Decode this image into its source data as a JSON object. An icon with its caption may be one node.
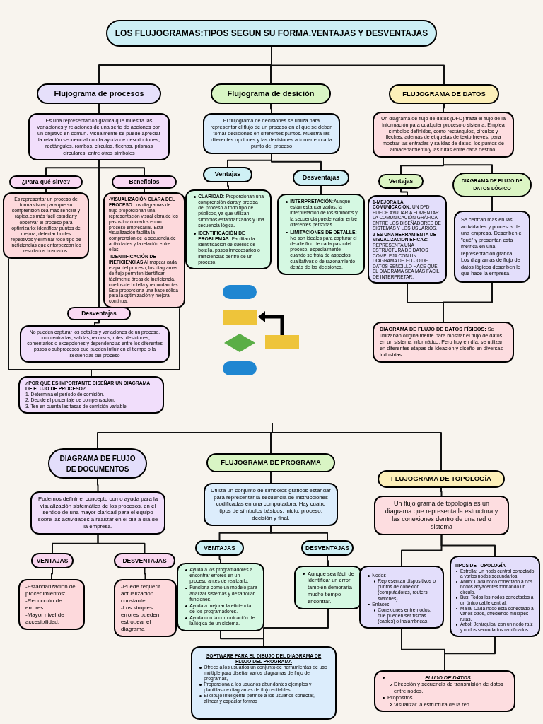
{
  "diagram": {
    "nodes": [
      {
        "text": [
          "LOS FLUJOGRAMAS:TIPOS SEGUN SU FORMA.VENTAJAS Y DESVENTAJAS"
        ]
      },
      {
        "text": [
          "Flujograma de procesos"
        ]
      },
      {
        "text": [
          "Es una representación gráfica que muestra las variaciones y relaciones de una serie de acciones con un objetivo en común. Visualmente se puede apreciar la relación secuencial con la ayuda de descripciones, rectángulos, rombos, círculos, flechas, prismas circulares, entre otros símbolos"
        ]
      },
      {
        "text": [
          "¿Para qué sirve?"
        ]
      },
      {
        "text": [
          "Es representar un proceso de forma visual para que su comprensión sea más sencilla y rápida,es más fácil estudiar y observar el proceso para optimizarlo: identificar puntos de mejora, detectar bucles repetitivos y eliminar todo tipo de ineficiencias que entorpezcan los resultados buscados."
        ]
      },
      {
        "text": [
          "Beneficios"
        ]
      },
      {
        "text": [
          "**-VISUALIZACIÓN CLARA DEL PROCESO** Los diagramas de flujo proporcionan una representación visual clara de los pasos involucrados en un proceso empresarial. Esta visualización facilita la comprensión de la secuencia de actividades y la relación entre ellas.",
          "**-IDENTIFICACIÓN DE INEFICIENCIAS** Al mapear cada etapa del proceso, los diagramas de flujo permiten identificar fácilmente áreas de ineficiencia, cuellos de botella y redundancias. Esto proporciona una base sólida para la optimización y mejora continua."
        ]
      },
      {
        "text": [
          "Desventajas"
        ]
      },
      {
        "text": [
          "No pueden capturar los detalles y variaciones de un proceso, como entradas, salidas, recursos, roles, desiciones, comentarios o excepciones y dependencias entre los diferentes pasos o subprocesos que pueden influir en el tiempo o la secuencias del proceso"
        ]
      },
      {
        "text": [
          "¿POR QUÉ ES IMPORTANTE DISEÑAR UN DIAGRAMA DE FLUJO DE PROCESO?",
          "1. Determina el período de comisión.",
          "2. Decide el porcentaje de compensación.",
          "3. Ten en cuenta las tasas de comisión variable"
        ]
      },
      {
        "text": [
          "Flujograma de desición"
        ]
      },
      {
        "text": [
          "El flujograma de decisiones se utiliza para representar el flujo de un proceso en el que se deben tomar decisiones en diferentes puntos. Muestra las diferentes opciones y las decisiones a tomar en cada punto del proceso"
        ]
      },
      {
        "text": [
          "Ventajas"
        ]
      },
      {
        "text": [
          "**CLARIDAD**: Proporcionan una comprensión clara y precisa del proceso a todo tipo de públicos, ya que utilizan símbolos estandarizados y una secuencia lógica.",
          "**IDENTIFICACIÓN DE PROBLEMAS:** Facilitan la identificación de cuellos de botella, pasos innecesarios o ineficiencias dentro de un proceso."
        ]
      },
      {
        "text": [
          "Desventajas"
        ]
      },
      {
        "text": [
          "**INTERPRETACIÓN**:Aunque están estandarizados, la interpretación de los símbolos y la secuencia puede variar entre diferentes personas.",
          "**LIMITACIONES DE DETALLE:** No son ideales para capturar el detalle fino de cada paso del proceso, especialmente cuando se trata de aspectos cualitativos o de razonamiento detrás de las decisiones."
        ]
      },
      {
        "text": [
          "FLUJOGRAMA DE DATOS"
        ]
      },
      {
        "text": [
          "Un diagrama de flujo de datos (DFD) traza el flujo de la información para cualquier proceso o sistema. Emplea símbolos definidos, como rectángulos, círculos y flechas, además de etiquetas de texto breves, para mostrar las entradas y salidas de datos, los puntos de almacenamiento y las rutas entre cada destino."
        ]
      },
      {
        "text": [
          "Ventajas"
        ]
      },
      {
        "text": [
          "**1-MEJORA LA COMUNICACIÓN:** UN DFD PUEDE AYUDAR A FOMENTAR LA COMUNICACIÓN GRÁFICA ENTRE LOS DISEÑADORES DE SISTEMAS Y LOS USUARIOS.",
          "**2-ES UNA HERRAMIENTA DE VISUALIZACION EFICAZ:** REPRESENTA UNA ESTRUCTURA DE DATOS COMPLEJA CON UN DIAGRAMA DE FLUJO DE DATOS SENCILLO HACE QUE EL DIAGRAMA SEA MÁS FÁCIL DE INTERPRETAR."
        ]
      },
      {
        "text": [
          "DIAGRAMA DE FLUJO DE DATOS LÓGICO"
        ]
      },
      {
        "text": [
          "Se centran más en las actividades y procesos de una empresa. Describen el \"qué\" y presentan esta métrica en una representación gráfica. Los diagramas de flujo de datos lógicos describen lo que hace la empresa."
        ]
      },
      {
        "text": [
          "**DIAGRAMA DE FLUJO DE DATOS FÍSICOS:** Se utilizaban originalmente para mostrar el flujo de datos en un sistema informático. Pero hoy en día, se utilizan en diferentes etapas de ideación y diseño en diversas industrias."
        ]
      },
      {
        "text": [
          "DIAGRAMA DE FLUJO DE DOCUMENTOS"
        ]
      },
      {
        "text": [
          "Podemos definir el concepto como ayuda para la visualización sistemática de los procesos, en el sentido de una mayor claridad para el equipo sobre las actividades a realizar en el día a día de la empresa."
        ]
      },
      {
        "text": [
          "VENTAJAS"
        ]
      },
      {
        "text": [
          "-Estandarización de procedimientos:",
          "-Reducción de errores:",
          "-Mayor nivel de accesibilidad:"
        ]
      },
      {
        "text": [
          "DESVENTAJAS"
        ]
      },
      {
        "text": [
          "-Puede requerir actualización constante.",
          "-Los simples errores pueden estropear el diagrama"
        ]
      },
      {
        "text": [
          "FLUJOGRAMA DE PROGRAMA"
        ]
      },
      {
        "text": [
          "Utiliza un conjunto de símbolos gráficos estándar para representar la secuencia de instrucciones codificadas en una computadora. Hay cuatro tipos de símbolos básicos: inicio, proceso, decisión y final."
        ]
      },
      {
        "text": [
          "VENTAJAS"
        ]
      },
      {
        "text": [
          "Ayuda a los programadores a encontrar errores en un proceso antes de realizarlo.",
          "Funciona como un modelo para analizar sistemas y desarrollar funciones.",
          "Ayuda a mejorar la eficiencia de los programadores.",
          "Ayuda con la comunicación de la lógica de un sistema."
        ]
      },
      {
        "text": [
          "DESVENTAJAS"
        ]
      },
      {
        "text": [
          "Aunque sea fácil de identificar un error también demoraría mucho tiempo encontrar."
        ]
      },
      {
        "text": [
          "SOFTWARE PARA EL DIBUJO DEL DIAGRAMA DE FLUJO DEL PROGRAMA",
          "Ofrece a los usuarios un conjunto de herramientas de uso múltiple para diseñar varios diagramas de flujo de programas,",
          "Proporciona a los usuarios abundantes ejemplos y plantillas de diagramas de flujo editables.",
          "El dibujo inteligente permite a los usuarios conectar, alinear y espaciar formas"
        ]
      },
      {
        "text": [
          "FLUJOGRAMA DE TOPOLOGÍA"
        ]
      },
      {
        "text": [
          "Un flujo grama de topología es un diagrama que representa la estructura y las conexiones dentro de una red o sistema"
        ]
      },
      {
        "text": [
          "Nodos",
          "Representan dispositivos o puntos de conexión (computadoras, routers, switches).",
          "Enlaces",
          "Conexiones entre nodos, que pueden ser físicas (cables) o inalámbricas."
        ]
      },
      {
        "text": [
          "TIPOS DE TOPOLOGÍA",
          "Estrella: Un nodo central conectado a varios nodos secundarios.",
          "Anillo: Cada nodo conectado a dos nodos adyacentes formando un círculo.",
          "Bus: Todos los nodos conectados a un único cable central.",
          "Malla: Cada nodo está conectado a varios otros, ofreciendo múltiples rutas.",
          "Árbol: Jerárquica, con un nodo raíz y nodos secundarios ramificados."
        ]
      },
      {
        "text": [
          "FLUJO DE DATOS",
          "Dirección y secuencia de transmisión de datos entre nodos.",
          "Propósitos",
          "Visualizar la estructura de la red."
        ]
      }
    ],
    "edges": [
      {
        "from": 0,
        "to": 1,
        "arrow": "none"
      },
      {
        "from": 0,
        "to": 10,
        "arrow": "none"
      },
      {
        "from": 0,
        "to": 16,
        "arrow": "none"
      },
      {
        "from": 1,
        "to": 2,
        "arrow": "none"
      },
      {
        "from": 2,
        "to": 3,
        "arrow": "none"
      },
      {
        "from": 2,
        "to": 7,
        "arrow": "none"
      },
      {
        "from": 2,
        "to": 5,
        "arrow": "none"
      },
      {
        "from": 3,
        "to": 4,
        "arrow": "none"
      },
      {
        "from": 5,
        "to": 6,
        "arrow": "none"
      },
      {
        "from": 7,
        "to": 8,
        "arrow": "none"
      },
      {
        "from": 4,
        "to": 9,
        "arrow": "none"
      },
      {
        "from": 6,
        "to": 9,
        "arrow": "none"
      },
      {
        "from": 10,
        "to": 11,
        "arrow": "none"
      },
      {
        "from": 11,
        "to": 12,
        "arrow": "none"
      },
      {
        "from": 11,
        "to": 14,
        "arrow": "none"
      },
      {
        "from": 12,
        "to": 13,
        "arrow": "none"
      },
      {
        "from": 14,
        "to": 15,
        "arrow": "none"
      },
      {
        "from": 16,
        "to": 17,
        "arrow": "none"
      },
      {
        "from": 17,
        "to": 18,
        "arrow": "none"
      },
      {
        "from": 17,
        "to": 20,
        "arrow": "none"
      },
      {
        "from": 18,
        "to": 19,
        "arrow": "none"
      },
      {
        "from": 20,
        "to": 21,
        "arrow": "none"
      },
      {
        "from": 19,
        "to": 22,
        "arrow": "none"
      },
      {
        "from": 21,
        "to": 22,
        "arrow": "none"
      },
      {
        "from": null,
        "to": 23,
        "arrow": "none"
      },
      {
        "from": null,
        "to": 29,
        "arrow": "none"
      },
      {
        "from": null,
        "to": 36,
        "arrow": "none"
      },
      {
        "from": 23,
        "to": 24,
        "arrow": "none"
      },
      {
        "from": 24,
        "to": 25,
        "arrow": "none"
      },
      {
        "from": 24,
        "to": 27,
        "arrow": "none"
      },
      {
        "from": 25,
        "to": 26,
        "arrow": "none"
      },
      {
        "from": 27,
        "to": 28,
        "arrow": "none"
      },
      {
        "from": 29,
        "to": 30,
        "arrow": "none"
      },
      {
        "from": 30,
        "to": 31,
        "arrow": "none"
      },
      {
        "from": 30,
        "to": 33,
        "arrow": "none"
      },
      {
        "from": 31,
        "to": 32,
        "arrow": "none"
      },
      {
        "from": 33,
        "to": 34,
        "arrow": "none"
      },
      {
        "from": 32,
        "to": 35,
        "arrow": "none"
      },
      {
        "from": 34,
        "to": 35,
        "arrow": "none"
      },
      {
        "from": 36,
        "to": 37,
        "arrow": "none"
      },
      {
        "from": 37,
        "to": 38,
        "arrow": "none"
      },
      {
        "from": 37,
        "to": 39,
        "arrow": "none"
      },
      {
        "from": 38,
        "to": 40,
        "arrow": "none"
      },
      {
        "from": 39,
        "to": 40,
        "arrow": "none"
      }
    ]
  }
}
